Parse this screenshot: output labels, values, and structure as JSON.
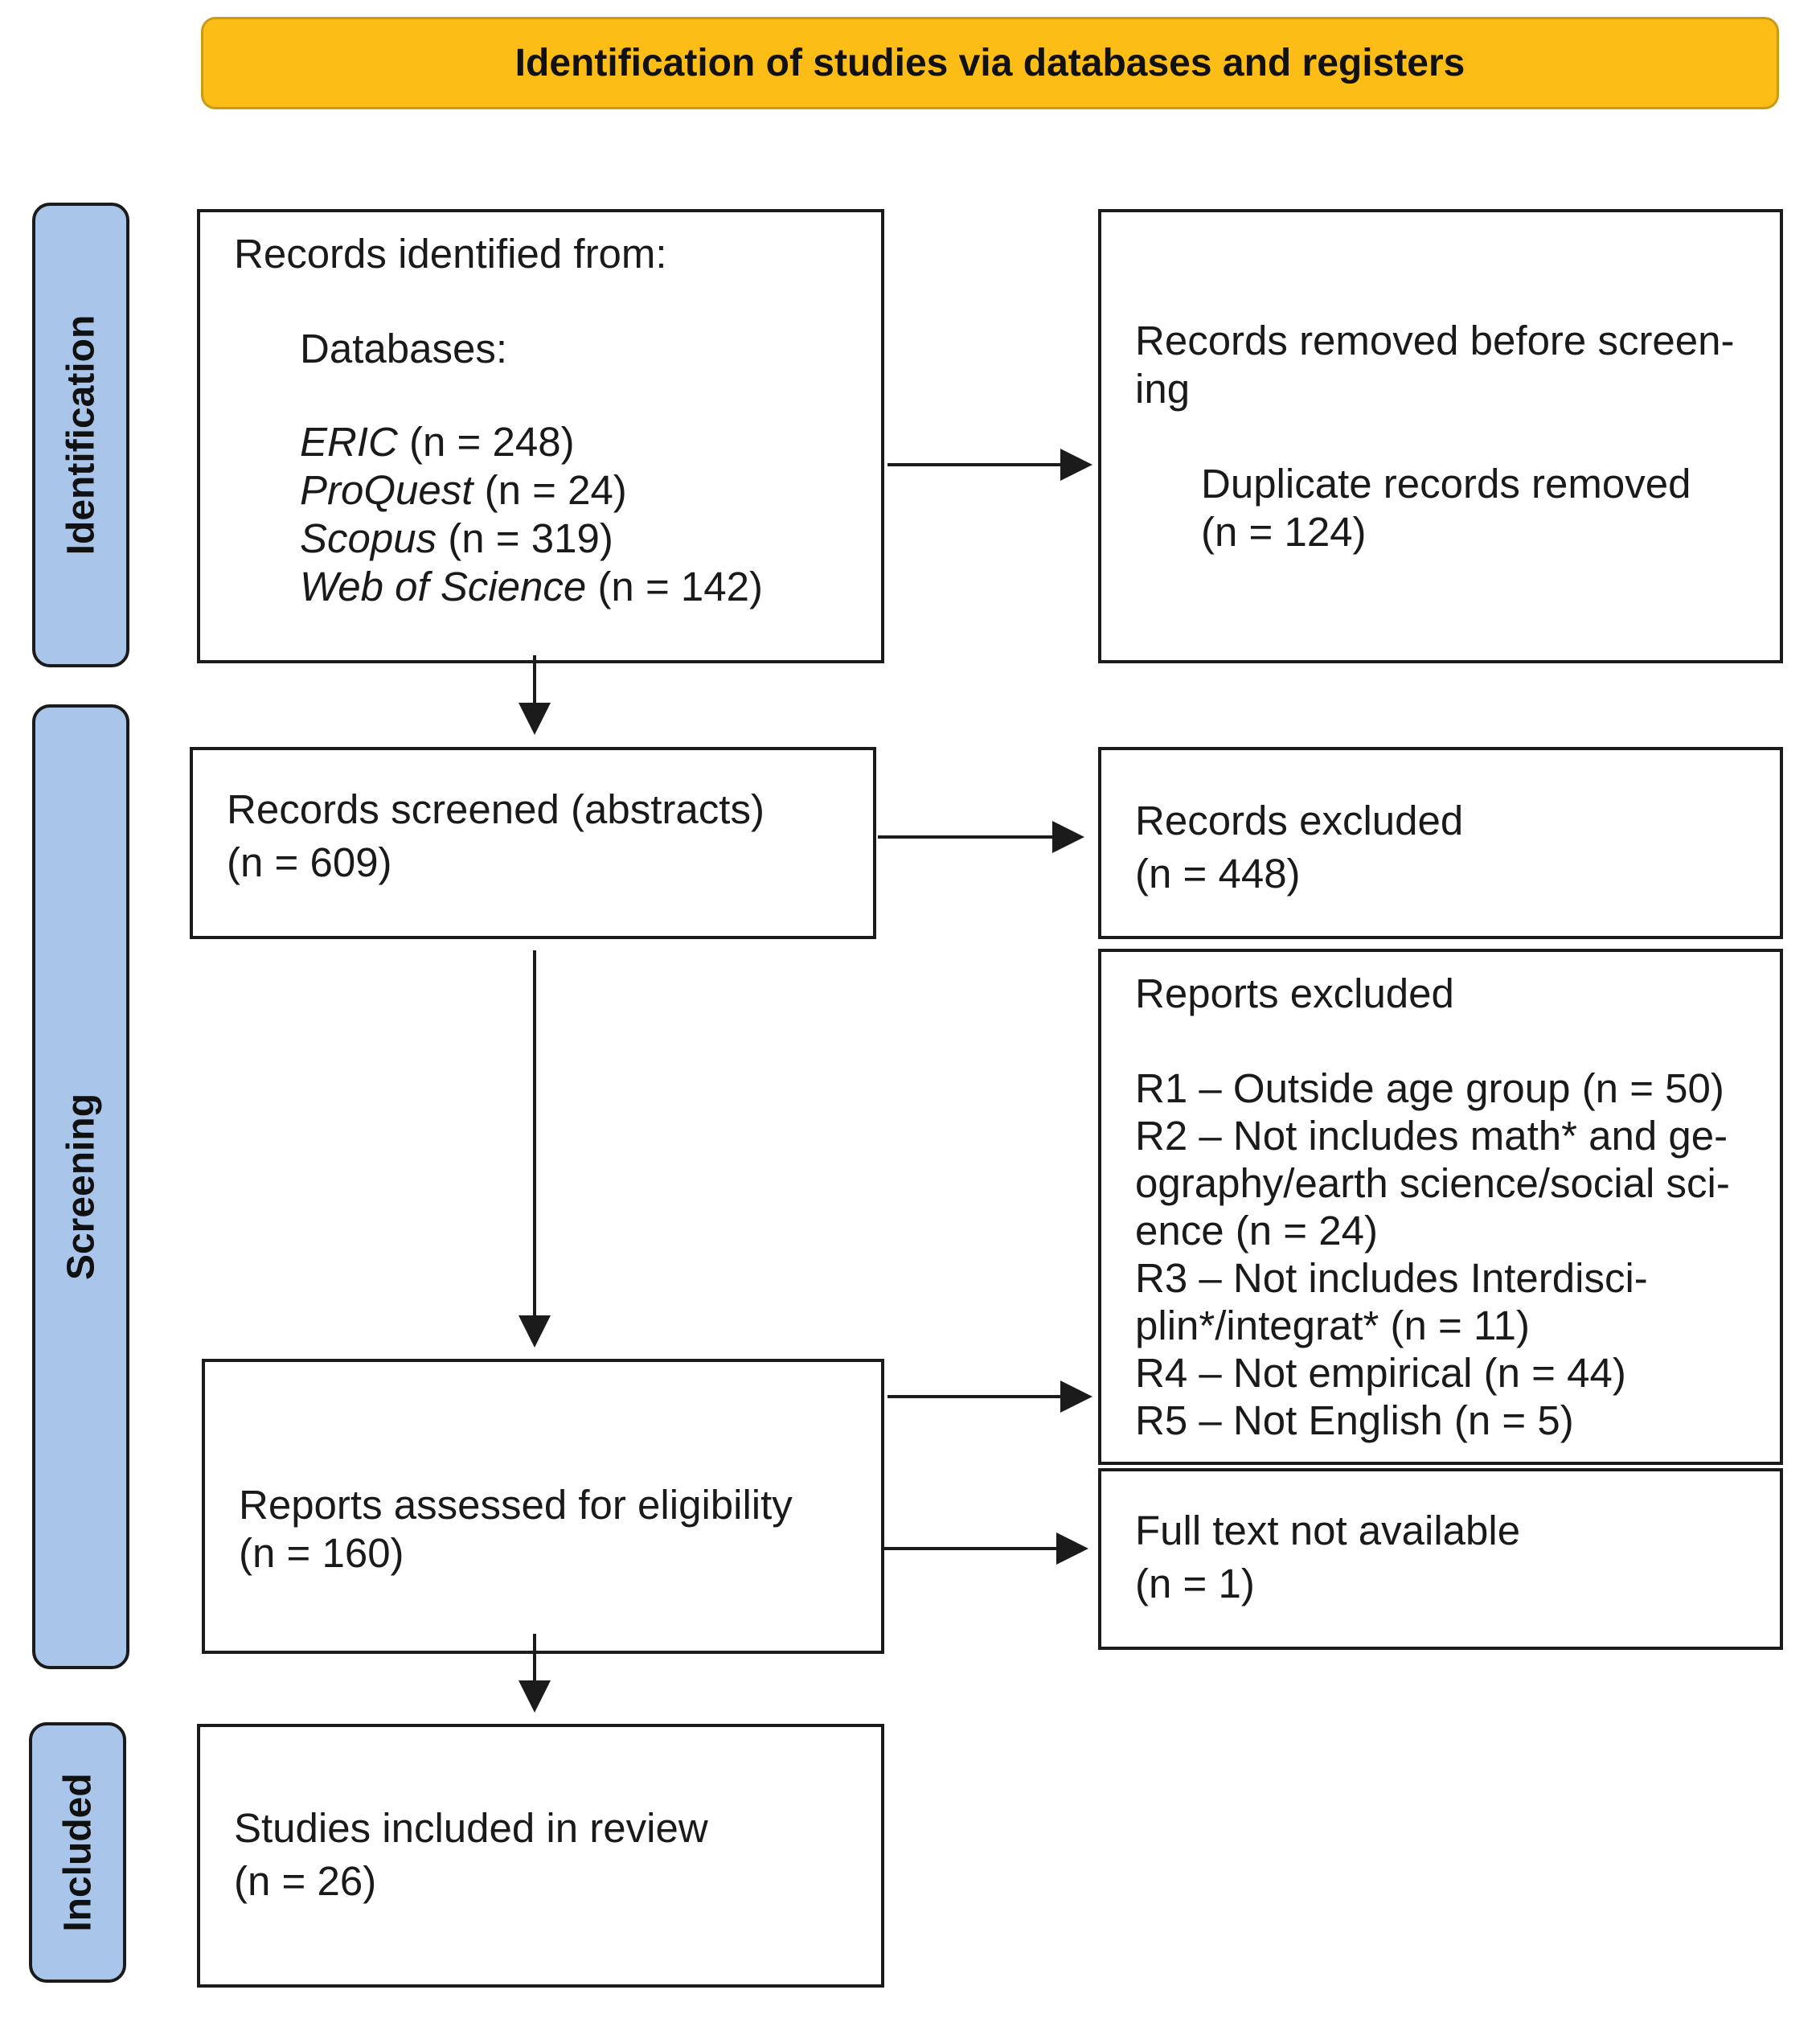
{
  "banner": "Identification of studies via databases and registers",
  "stages": {
    "identification": "Identification",
    "screening": "Screening",
    "included": "Included"
  },
  "records_identified": {
    "heading": "Records identified from:",
    "subheading": "Databases:",
    "sources": [
      {
        "name": "ERIC",
        "count": "(n = 248)"
      },
      {
        "name": "ProQuest",
        "count": "(n = 24)"
      },
      {
        "name": "Scopus",
        "count": "(n = 319)"
      },
      {
        "name": "Web of Science",
        "count": "(n = 142)"
      }
    ]
  },
  "records_removed": {
    "line1": "Records removed before screen-",
    "line2": "ing",
    "detail1": "Duplicate records removed",
    "detail2": "(n = 124)"
  },
  "records_screened": {
    "line1": "Records screened (abstracts)",
    "line2": "(n = 609)"
  },
  "records_excluded": {
    "line1": "Records excluded",
    "line2": "(n = 448)"
  },
  "reports_excluded": {
    "heading": "Reports excluded",
    "lines": [
      "R1 – Outside age group (n = 50)",
      "R2 – Not includes math* and ge-",
      "ography/earth science/social sci-",
      "ence (n = 24)",
      "R3 – Not includes Interdisci-",
      "plin*/integrat* (n = 11)",
      "R4 – Not empirical (n = 44)",
      "R5 – Not English (n = 5)"
    ]
  },
  "full_text": {
    "line1": "Full text not available",
    "line2": "(n = 1)"
  },
  "reports_assessed": {
    "line1": "Reports assessed for eligibility",
    "line2": "(n = 160)"
  },
  "studies_included": {
    "line1": "Studies included in review",
    "line2": "(n = 26)"
  }
}
